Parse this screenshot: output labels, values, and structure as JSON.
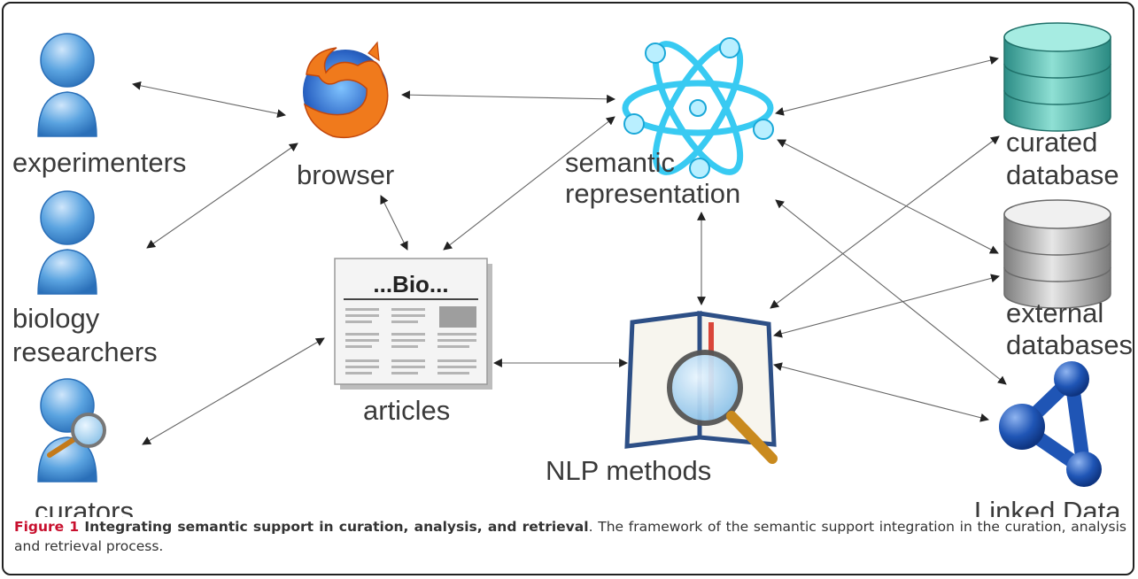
{
  "nodes": {
    "experimenters": "experimenters",
    "biology_researchers_line1": "biology",
    "biology_researchers_line2": "researchers",
    "curators": "curators",
    "browser": "browser",
    "articles": "articles",
    "article_headline": "...Bio...",
    "semantic_line1": "semantic",
    "semantic_line2": "representation",
    "nlp_methods": "NLP methods",
    "curated_line1": "curated",
    "curated_line2": "database",
    "external_line1": "external",
    "external_line2": "databases",
    "linked_data": "Linked Data"
  },
  "caption": {
    "figure_number": "Figure 1",
    "title": "Integrating semantic support in curation, analysis, and retrieval",
    "text": ". The framework of the semantic support integration in the curation, analysis and retrieval process."
  },
  "colors": {
    "person_blue": "#3d8fd6",
    "atom_cyan": "#29c4ef",
    "db_teal": "#3aa79e",
    "db_gray": "#9a9a9a",
    "linked_blue": "#1f55b5",
    "arrow": "#555555"
  }
}
